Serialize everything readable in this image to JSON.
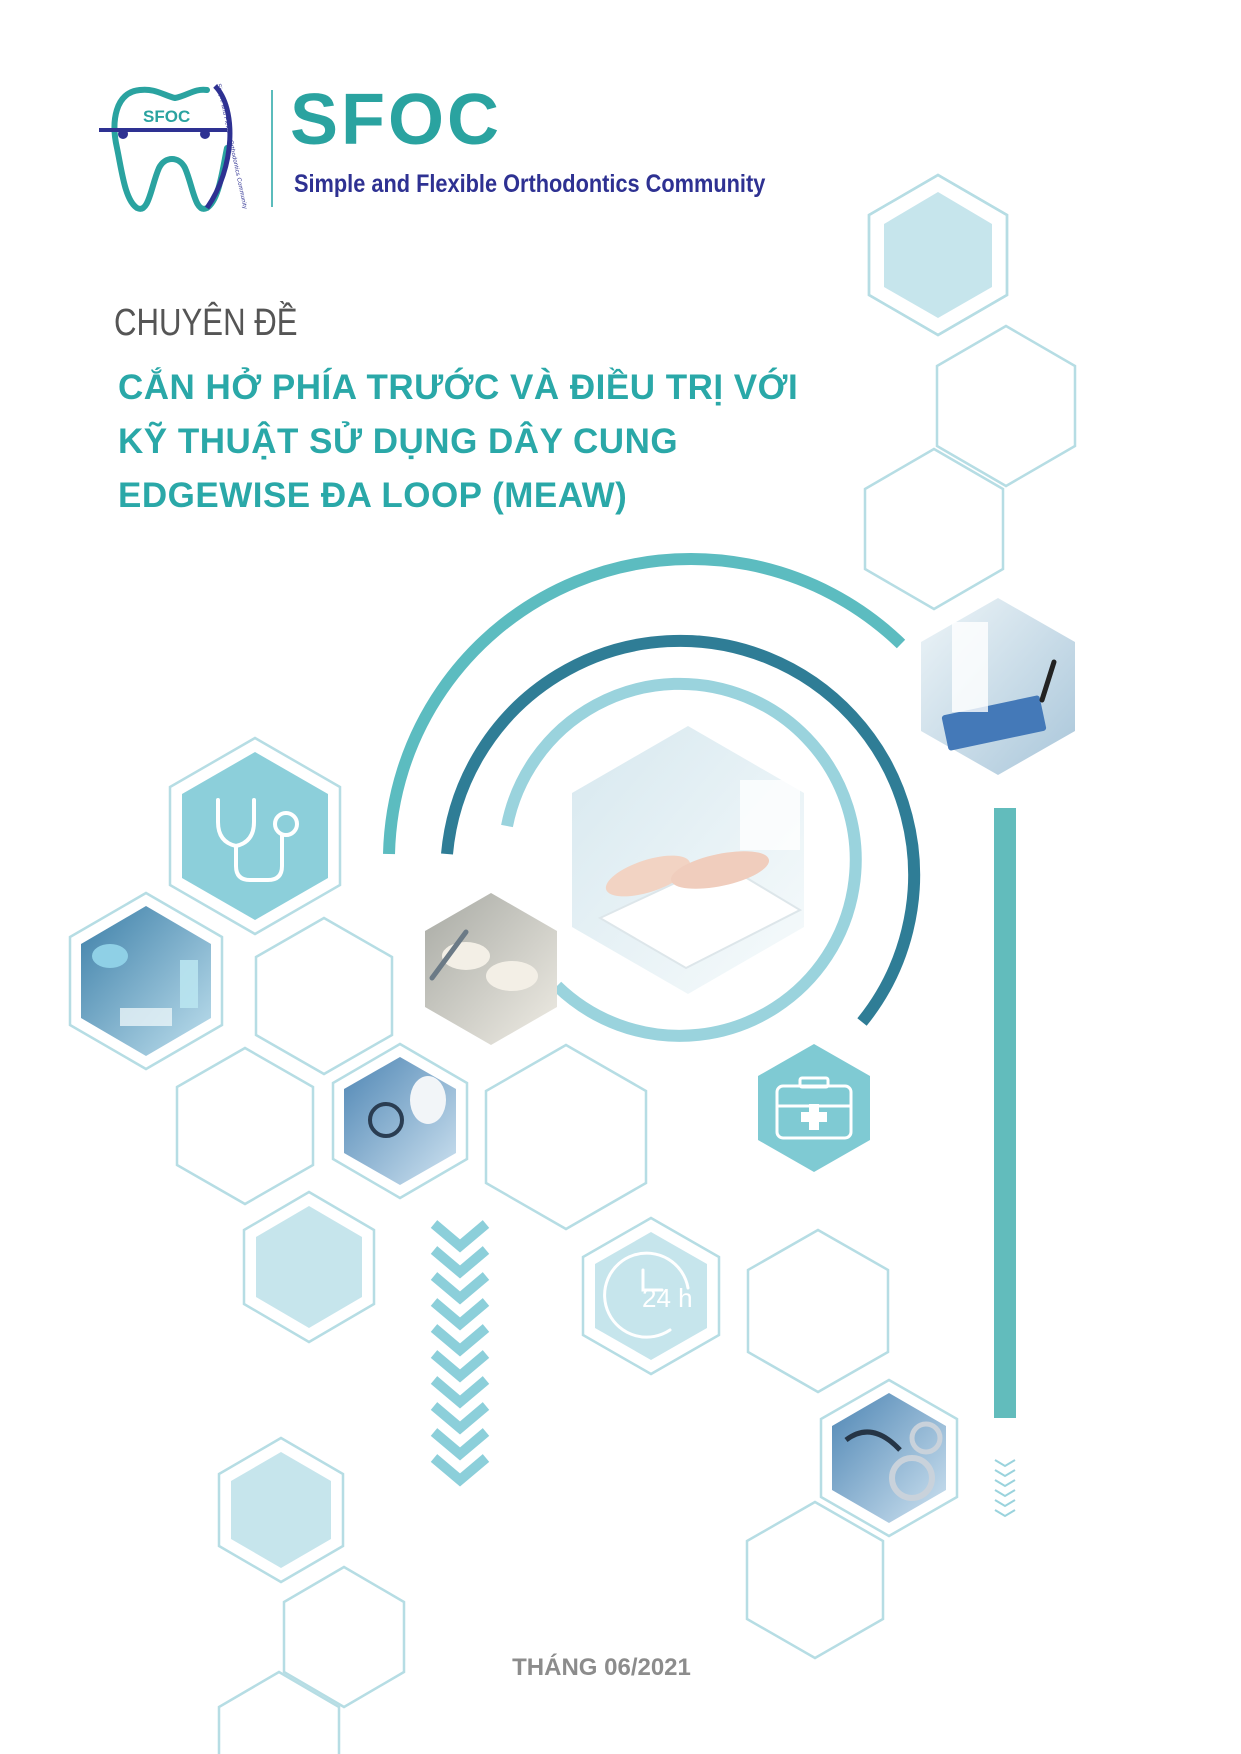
{
  "brand": {
    "logo_badge": "SFOC",
    "logo_ring_text": "Simple and Flexible Orthodontics Community",
    "name": "SFOC",
    "tagline": "Simple and Flexible Orthodontics Community"
  },
  "cover": {
    "topic_label": "CHUYÊN ĐỀ",
    "title_lines": [
      "CẮN HỞ PHÍA TRƯỚC VÀ ĐIỀU TRỊ VỚI",
      "KỸ THUẬT SỬ DỤNG DÂY CUNG",
      "EDGEWISE ĐA LOOP (MEAW)"
    ],
    "date": "THÁNG 06/2021"
  },
  "decor": {
    "clock_label": "24 h",
    "icons": [
      "stethoscope-icon",
      "medical-bag-icon",
      "clock-24h-icon",
      "chevron-down-icon"
    ],
    "photos": [
      "doctor-clipboard-photo",
      "typing-keyboard-photo",
      "gloved-hands-photo",
      "laboratory-photo",
      "stethoscope-keyboard-photo",
      "stethoscopes-photo"
    ]
  },
  "colors": {
    "teal": "#2aa8a8",
    "navy": "#2e3192",
    "light_teal": "#c6e5ec",
    "arc_dark": "#2f7d96",
    "arc_mid": "#5cbcc0",
    "arc_light": "#9ad3dd",
    "grey_text": "#555555"
  }
}
